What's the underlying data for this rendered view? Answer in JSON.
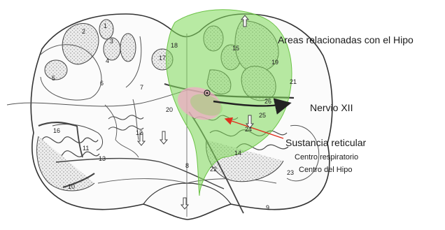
{
  "annotations": {
    "hipo_areas": "Areas relacionadas con el Hipo",
    "nervio": "Nervio XII",
    "sustancia": "Sustancia reticular",
    "centro_respiratorio": "Centro respiratorio",
    "centro_hipo": "Centro del Hipo"
  },
  "structure_numbers": [
    "1",
    "2",
    "3",
    "4",
    "5",
    "6",
    "7",
    "8",
    "9",
    "10",
    "11",
    "12",
    "13",
    "14",
    "15",
    "16",
    "17",
    "18",
    "19",
    "20",
    "21",
    "22",
    "23",
    "24",
    "25",
    "26"
  ],
  "colors": {
    "hipo_area": "#7ed957",
    "reticular_area": "#f4a6c8",
    "arrow": "#e0301e",
    "outline": "#333333"
  }
}
